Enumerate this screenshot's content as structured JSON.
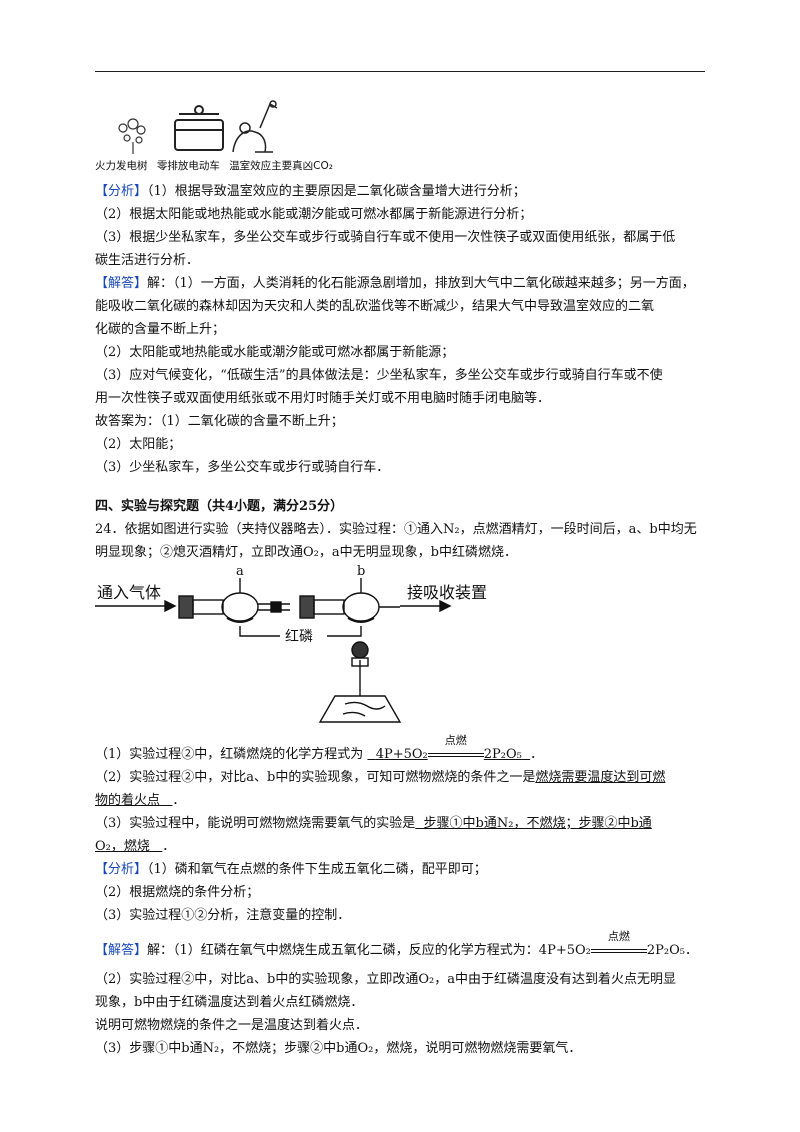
{
  "figure_captions": [
    "火力发电树",
    "零排放电动车",
    "温室效应主要真凶CO₂"
  ],
  "analysis1": {
    "tag": "【分析】",
    "l1": "（1）根据导致温室效应的主要原因是二氧化碳含量增大进行分析；",
    "l2": "（2）根据太阳能或地热能或水能或潮汐能或可燃冰都属于新能源进行分析；",
    "l3": "（3）根据少坐私家车，多坐公交车或步行或骑自行车或不使用一次性筷子或双面使用纸张，都属于低",
    "l4": "碳生活进行分析．"
  },
  "answer1": {
    "tag": "【解答】",
    "l1": "解：（1）一方面，人类消耗的化石能源急剧增加，排放到大气中二氧化碳越来越多；另一方面，",
    "l2": "能吸收二氧化碳的森林却因为天灾和人类的乱砍滥伐等不断减少，结果大气中导致温室效应的二氧",
    "l3": "化碳的含量不断上升；",
    "l4": "（2）太阳能或地热能或水能或潮汐能或可燃冰都属于新能源；",
    "l5": "（3）应对气候变化，“低碳生活”的具体做法是：少坐私家车，多坐公交车或步行或骑自行车或不使",
    "l6": "用一次性筷子或双面使用纸张或不用灯时随手关灯或不用电脑时随手闭电脑等．",
    "l7": "故答案为：（1）二氧化碳的含量不断上升；",
    "l8": "（2）太阳能；",
    "l9": "（3）少坐私家车，多坐公交车或步行或骑自行车．"
  },
  "section4": "四、实验与探究题（共4小题，满分25分）",
  "q24": {
    "l1": "24．依据如图进行实验（夹持仪器略去）．实验过程：①通入N₂，点燃酒精灯，一段时间后，a、b中均无",
    "l2": "明显现象；②熄灭酒精灯，立即改通O₂，a中无明显现象，b中红磷燃烧．"
  },
  "apparatus": {
    "in_label": "通入气体",
    "out_label": "接吸收装置",
    "a": "a",
    "b": "b",
    "phosphorus": "红磷"
  },
  "q24_parts": {
    "p1_pre": "（1）实验过程②中，红磷燃烧的化学方程式为",
    "p1_eq_left": "4P+5O₂",
    "p1_eq_cond": "点燃",
    "p1_eq_right": "2P₂O₅",
    "p1_post": "．",
    "p2_pre": "（2）实验过程②中，对比a、b中的实验现象，可知可燃物燃烧的条件之一是",
    "p2_ans1": "燃烧需要温度达到可燃",
    "p2_ans2": "物的着火点",
    "p2_post": "．",
    "p3_pre": "（3）实验过程中，能说明可燃物燃烧需要氧气的实验是",
    "p3_ans1": "步骤①中b通N₂，不燃烧；步骤②中b通",
    "p3_ans2": "O₂，燃烧",
    "p3_post": "．"
  },
  "analysis2": {
    "tag": "【分析】",
    "l1": "（1）磷和氧气在点燃的条件下生成五氧化二磷，配平即可；",
    "l2": "（2）根据燃烧的条件分析；",
    "l3": "（3）实验过程①②分析，注意变量的控制．"
  },
  "answer2": {
    "tag": "【解答】",
    "l1_pre": "解：（1）红磷在氧气中燃烧生成五氧化二磷，反应的化学方程式为：",
    "l1_eq_left": "4P+5O₂",
    "l1_eq_cond": "点燃",
    "l1_eq_right": "2P₂O₅",
    "l1_post": "．",
    "l2": "（2）实验过程②中，对比a、b中的实验现象，立即改通O₂，a中由于红磷温度没有达到着火点无明显",
    "l3": "现象，b中由于红磷温度达到着火点红磷燃烧．",
    "l4": "说明可燃物燃烧的条件之一是温度达到着火点．",
    "l5": "（3）步骤①中b通N₂，不燃烧；步骤②中b通O₂，燃烧，说明可燃物燃烧需要氧气．"
  }
}
